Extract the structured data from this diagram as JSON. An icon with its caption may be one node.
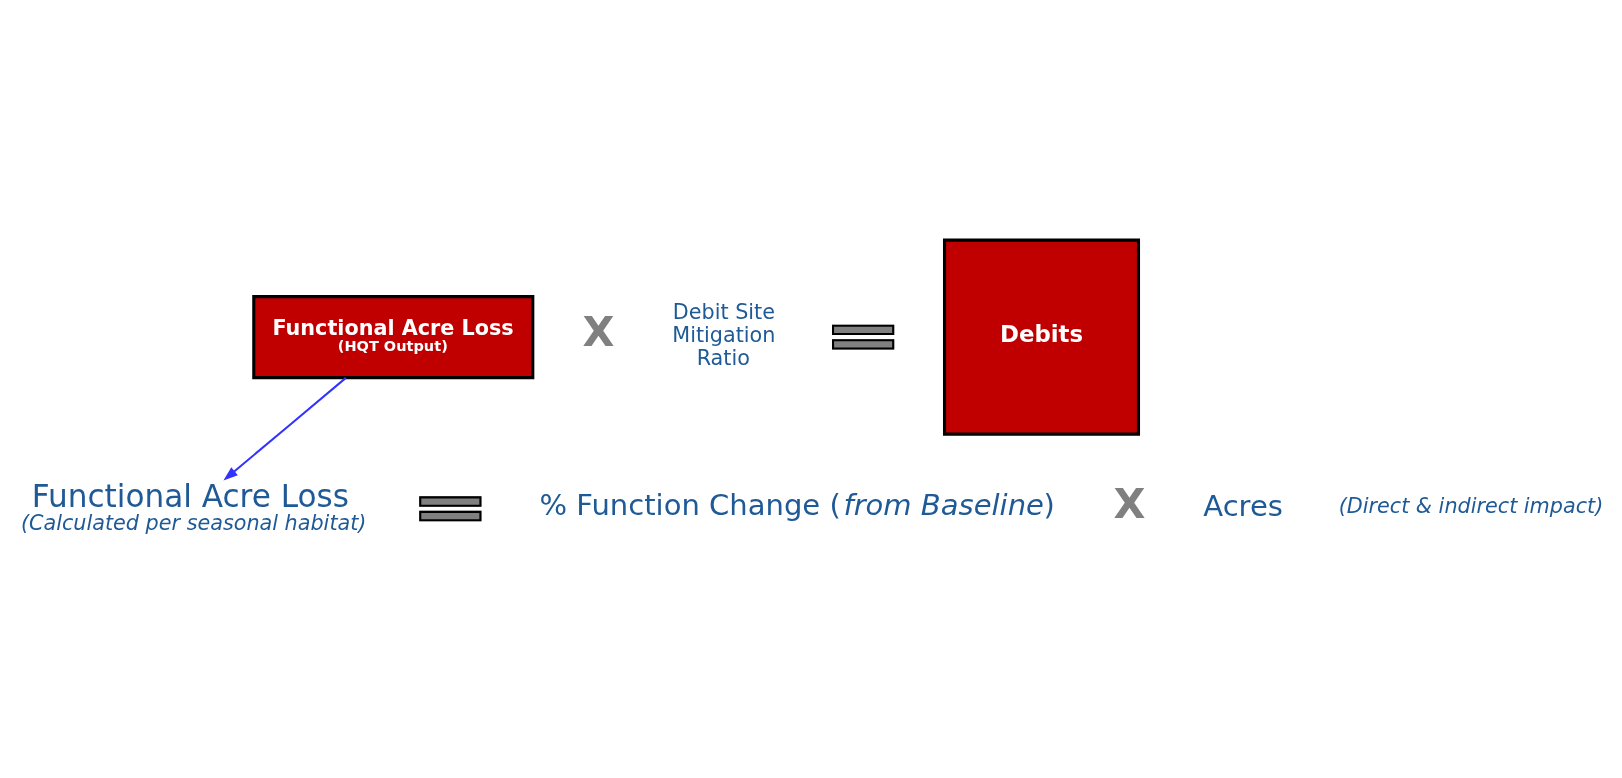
{
  "diagram": {
    "nodes": [
      {
        "text": [
          "Functional Acre Loss",
          "(HQT Output)"
        ]
      },
      {
        "text": [
          "Debits"
        ]
      },
      {
        "text": [
          "Functional Acre Loss",
          "(Calculated per seasonal habitat)"
        ]
      }
    ],
    "edges": [
      {
        "from": 0,
        "to": 2,
        "arrow": "to",
        "color": "#3333ff"
      }
    ],
    "labels": [
      "X",
      "Debit Site Mitigation Ratio",
      "% Function Change (*from Baseline*)",
      "X",
      "Acres",
      "(Direct & indirect impact)"
    ]
  }
}
